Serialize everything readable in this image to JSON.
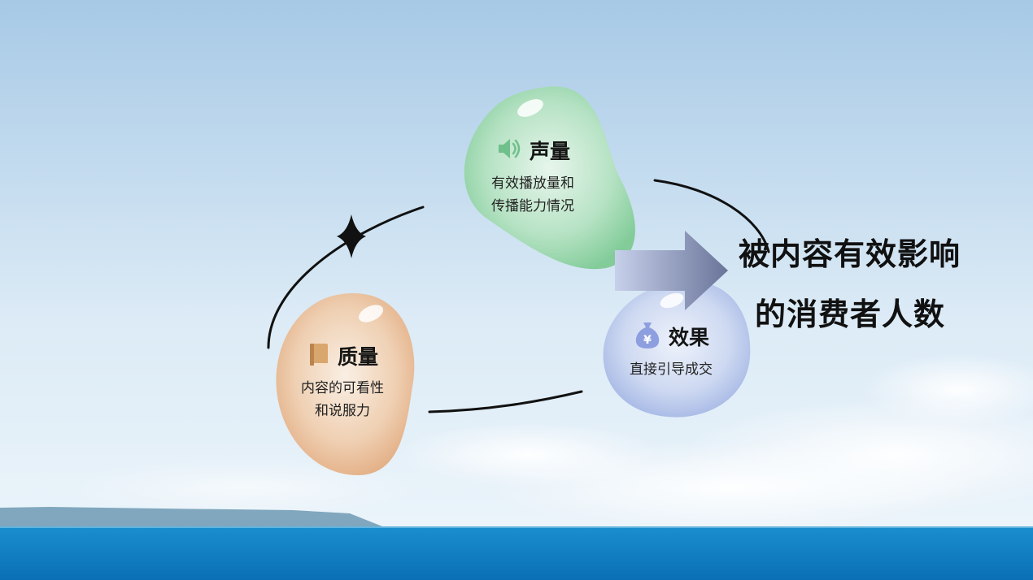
{
  "nodes": {
    "volume": {
      "title": "声量",
      "line1": "有效播放量和",
      "line2": "传播能力情况",
      "icon": "speaker-icon",
      "color": "#8fd3a6"
    },
    "quality": {
      "title": "质量",
      "line1": "内容的可看性",
      "line2": "和说服力",
      "icon": "book-icon",
      "color": "#eab993"
    },
    "effect": {
      "title": "效果",
      "line1": "直接引导成交",
      "icon": "money-bag-icon",
      "color": "#b4c4ee"
    }
  },
  "result": {
    "line1": "被内容有效影响",
    "line2": "的消费者人数"
  },
  "colors": {
    "sky_top": "#a9cbe6",
    "sky_bottom": "#e3f0f8",
    "sea": "#0d83c6",
    "arrow": "#7b86b0"
  }
}
